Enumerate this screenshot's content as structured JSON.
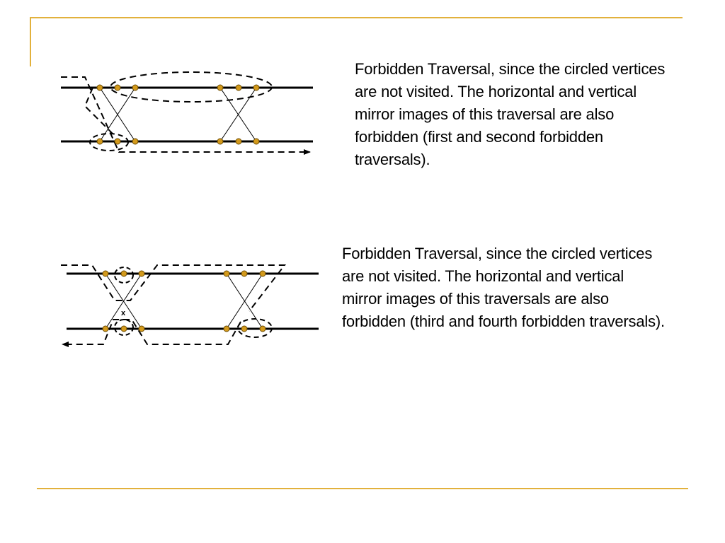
{
  "captions": [
    {
      "lines": [
        "Forbidden Traversal, since the circled vertices",
        "are not visited. The horizontal and vertical",
        "mirror images of this traversal are also",
        "forbidden (first and second forbidden",
        "traversals)."
      ]
    },
    {
      "lines": [
        "Forbidden Traversal, since the circled vertices",
        "are not visited. The horizontal and vertical",
        "mirror images of this traversals are also",
        "forbidden (third and fourth forbidden traversals)."
      ]
    }
  ],
  "diagram_marks": {
    "cross_mark": "x"
  },
  "colors": {
    "accent_border": "#e2b13c",
    "vertex_fill": "#d39a1c",
    "vertex_stroke": "#6b4a00",
    "line": "#000000"
  }
}
